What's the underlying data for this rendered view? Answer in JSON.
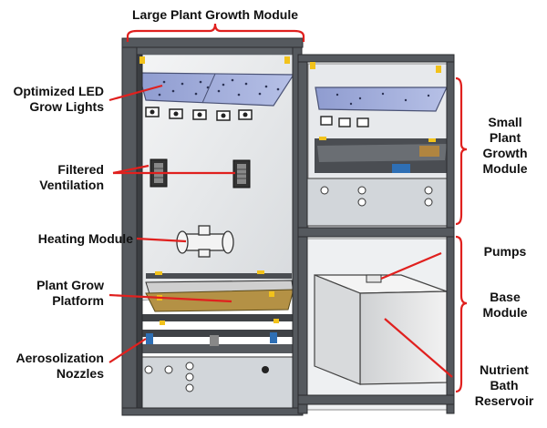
{
  "title": "Large Plant Growth Module",
  "labels": {
    "grow_lights": [
      "Optimized LED",
      "Grow Lights"
    ],
    "ventilation": [
      "Filtered",
      "Ventilation"
    ],
    "heating": "Heating Module",
    "platform": [
      "Plant Grow",
      "Platform"
    ],
    "nozzles": [
      "Aerosolization",
      "Nozzles"
    ],
    "small_module": [
      "Small",
      "Plant",
      "Growth",
      "Module"
    ],
    "pumps": "Pumps",
    "base_module": [
      "Base",
      "Module"
    ],
    "reservoir": [
      "Nutrient",
      "Bath",
      "Reservoir"
    ]
  },
  "colors": {
    "callout": "#e0201e",
    "frame": "#55595e",
    "frame_dark": "#3a3d41",
    "light_panel": "#a9b4dc",
    "back_panel": "#eceef0",
    "bottom_panel": "#c9cdd2",
    "tray": "#a88a3a",
    "reservoir": "#e6e6e6",
    "accent": "#f2c21b"
  }
}
